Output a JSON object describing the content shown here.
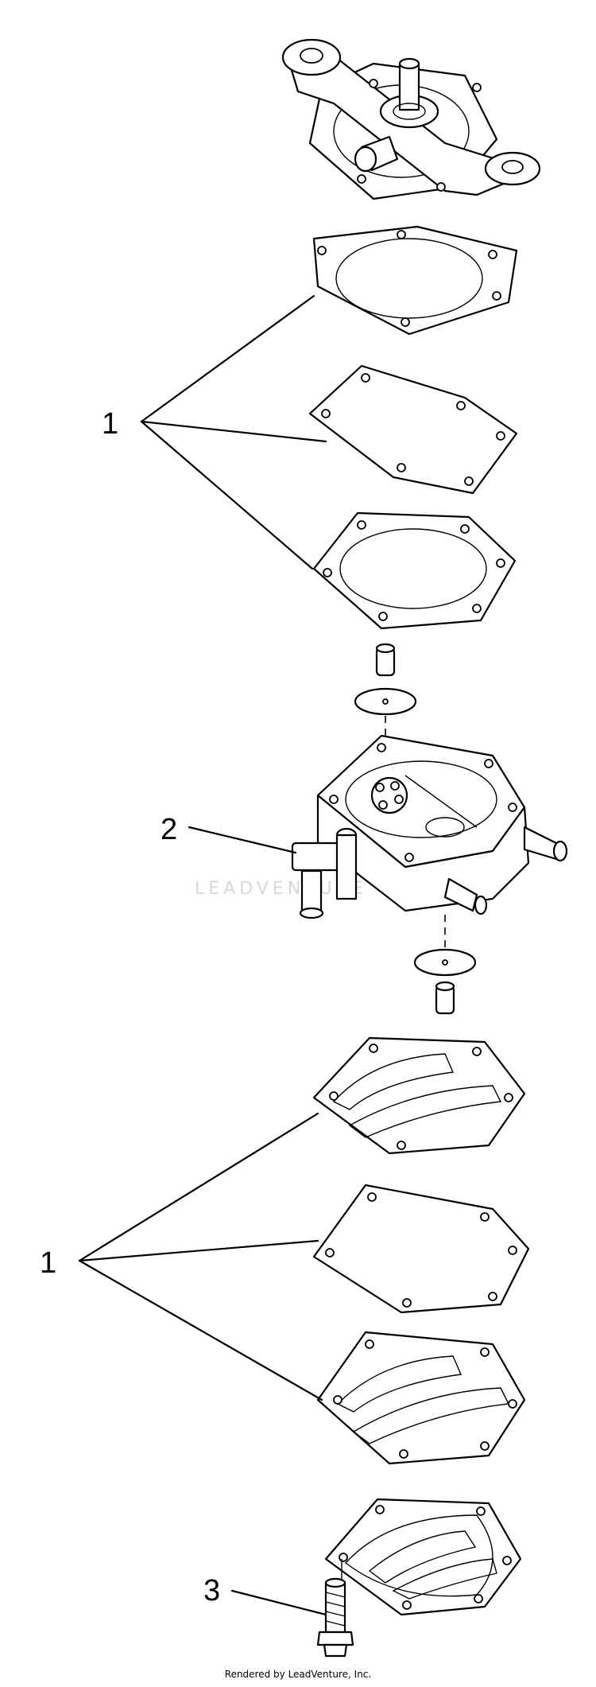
{
  "callouts": {
    "c1_top": "1",
    "c2": "2",
    "c1_bottom": "1",
    "c3": "3"
  },
  "watermark": "LEADVENTURE",
  "footer": "Rendered by LeadVenture, Inc."
}
